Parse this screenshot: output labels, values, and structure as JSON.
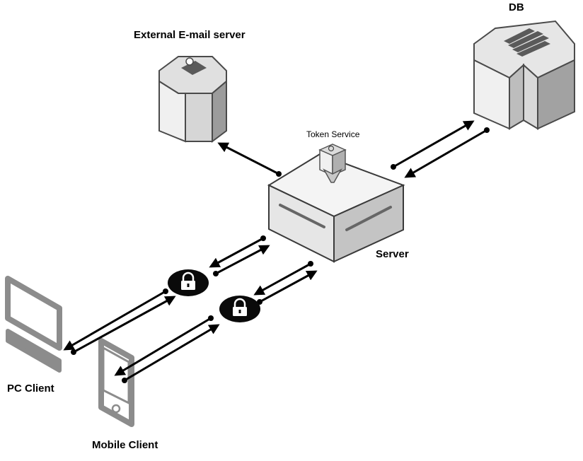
{
  "diagram": {
    "nodes": {
      "email_server": {
        "label": "External E-mail server",
        "icon": "mail-server-icon"
      },
      "db": {
        "label": "DB",
        "icon": "database-icon"
      },
      "token_service": {
        "label": "Token Service",
        "icon": "key-tower-icon"
      },
      "server": {
        "label": "Server",
        "icon": "server-box-icon"
      },
      "pc_client": {
        "label": "PC Client",
        "icon": "desktop-computer-icon"
      },
      "mobile_client": {
        "label": "Mobile Client",
        "icon": "mobile-phone-icon"
      }
    },
    "connections": [
      {
        "from": "server",
        "to": "email_server",
        "direction": "one-way"
      },
      {
        "from": "server",
        "to": "db",
        "direction": "two-way"
      },
      {
        "from": "server",
        "to": "pc_client",
        "direction": "two-way",
        "secured": true
      },
      {
        "from": "server",
        "to": "mobile_client",
        "direction": "two-way",
        "secured": true
      }
    ],
    "colors": {
      "arrow": "#000000",
      "device_light": "#e8e8e8",
      "device_mid": "#c8c8c8",
      "device_dark": "#9a9a9a",
      "outline": "#555555",
      "client_gray": "#8a8a8a"
    }
  }
}
